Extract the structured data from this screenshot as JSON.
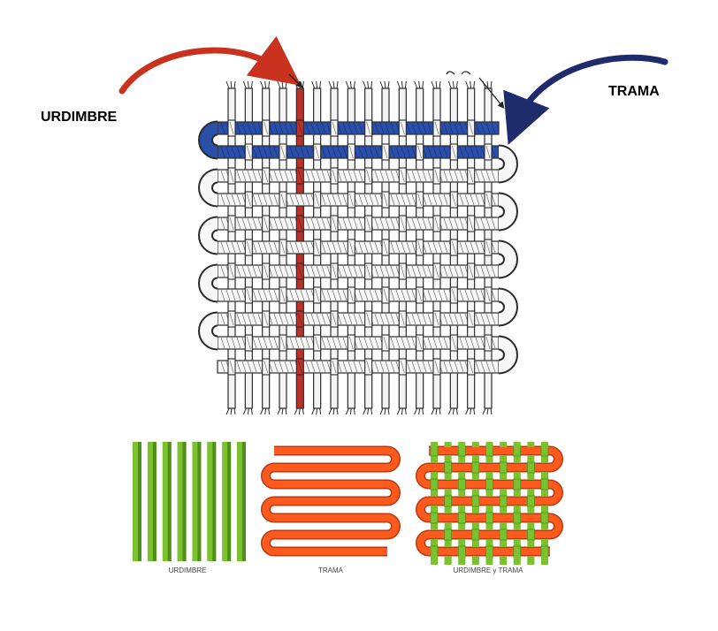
{
  "labels": {
    "warp": "URDIMBRE",
    "weft": "TRAMA"
  },
  "panels": [
    {
      "caption": "URDIMBRE"
    },
    {
      "caption": "TRAMA"
    },
    {
      "caption": "URDIMBRE y TRAMA"
    }
  ],
  "colors": {
    "warp_arrow": "#c8321e",
    "weft_arrow": "#1f2c6b",
    "highlight_weft": "#2a4fa8",
    "highlight_warp": "#b8322a",
    "green_yarn": "#7cc12f",
    "orange_yarn": "#ff5a1e",
    "sketch_ink": "#2b2b2b"
  },
  "icons": [
    "curved-arrow-red",
    "curved-arrow-navy"
  ]
}
